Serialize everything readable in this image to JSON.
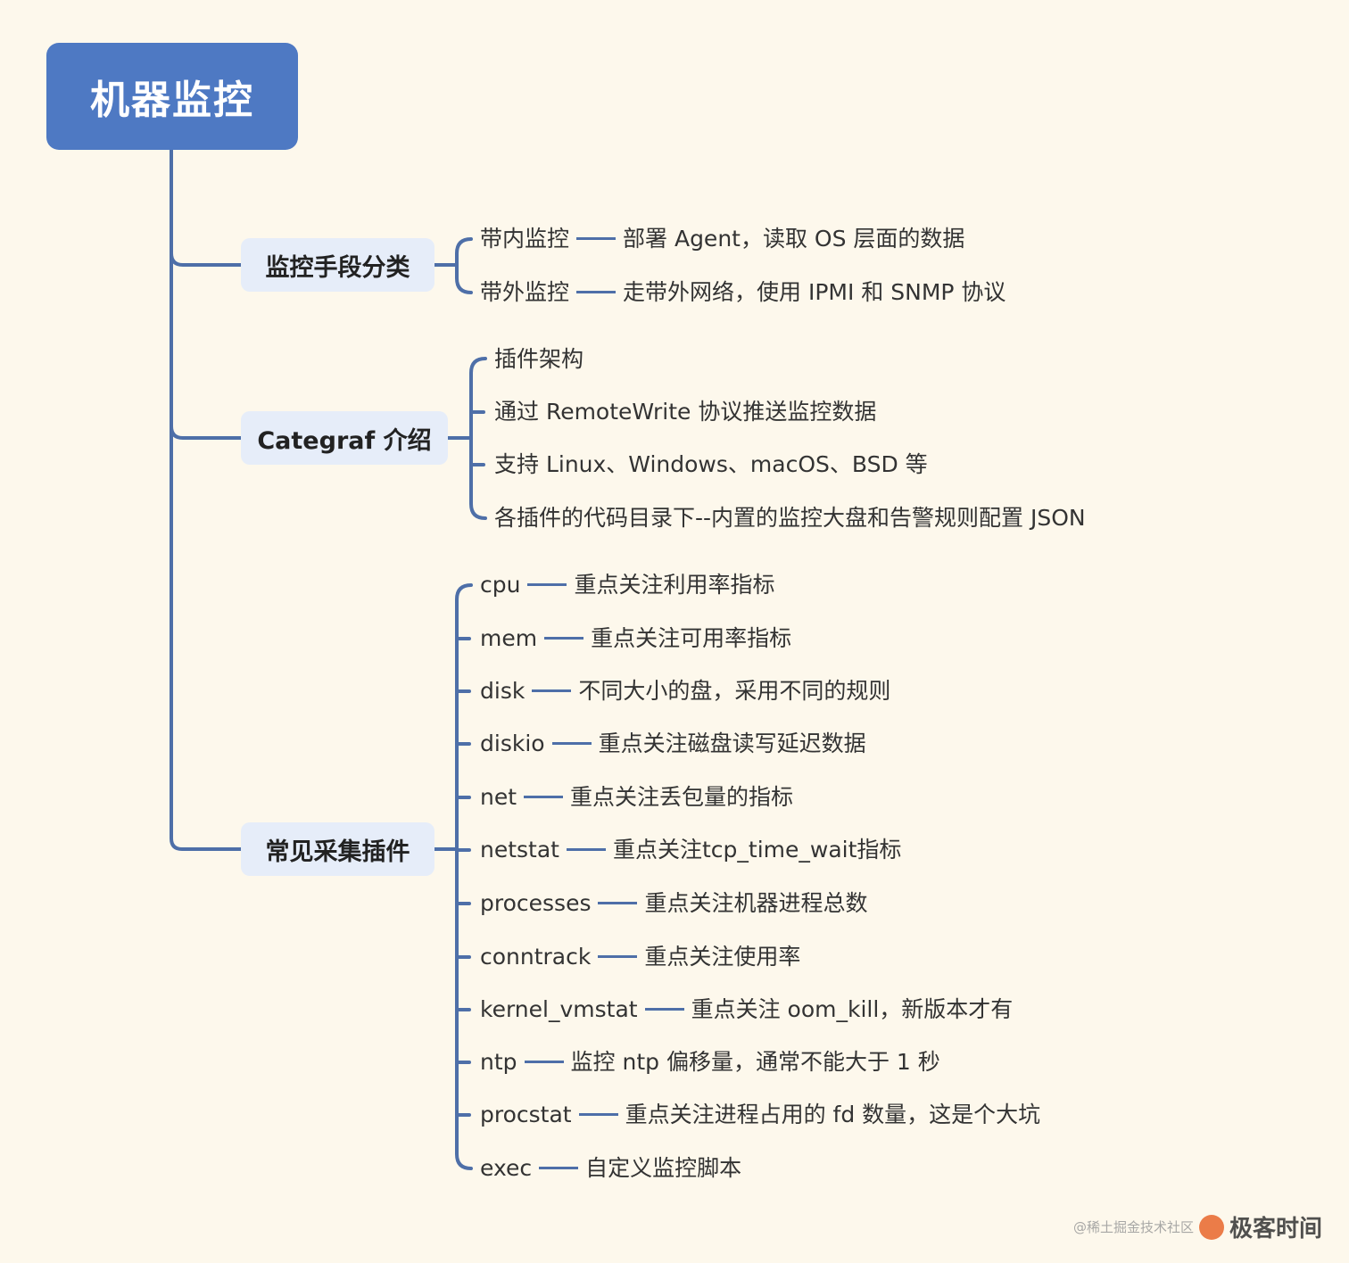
{
  "root": {
    "label": "机器监控"
  },
  "branches": [
    {
      "label": "监控手段分类",
      "items": [
        {
          "name": "带内监控",
          "desc": "部署 Agent，读取 OS 层面的数据"
        },
        {
          "name": "带外监控",
          "desc": "走带外网络，使用 IPMI 和 SNMP 协议"
        }
      ]
    },
    {
      "label": "Categraf 介绍",
      "items": [
        {
          "name": "插件架构"
        },
        {
          "name": "通过 RemoteWrite 协议推送监控数据"
        },
        {
          "name": "支持 Linux、Windows、macOS、BSD 等"
        },
        {
          "name": "各插件的代码目录下--内置的监控大盘和告警规则配置 JSON"
        }
      ]
    },
    {
      "label": "常见采集插件",
      "items": [
        {
          "name": "cpu",
          "desc": "重点关注利用率指标"
        },
        {
          "name": "mem",
          "desc": "重点关注可用率指标"
        },
        {
          "name": "disk",
          "desc": "不同大小的盘，采用不同的规则"
        },
        {
          "name": "diskio",
          "desc": "重点关注磁盘读写延迟数据"
        },
        {
          "name": "net",
          "desc": "重点关注丢包量的指标"
        },
        {
          "name": "netstat",
          "desc": "重点关注tcp_time_wait指标"
        },
        {
          "name": "processes",
          "desc": "重点关注机器进程总数"
        },
        {
          "name": "conntrack",
          "desc": "重点关注使用率"
        },
        {
          "name": "kernel_vmstat",
          "desc": "重点关注 oom_kill，新版本才有"
        },
        {
          "name": "ntp",
          "desc": "监控 ntp 偏移量，通常不能大于 1 秒"
        },
        {
          "name": "procstat",
          "desc": "重点关注进程占用的 fd 数量，这是个大坑"
        },
        {
          "name": "exec",
          "desc": "自定义监控脚本"
        }
      ]
    }
  ],
  "watermark": {
    "prefix": "@稀土掘金技术社区",
    "brand": "极客时间"
  },
  "colors": {
    "root_fill": "#4e79c3",
    "node_fill": "#e6edf9",
    "connector": "#4e6fa8",
    "background": "#fdf8ec"
  }
}
